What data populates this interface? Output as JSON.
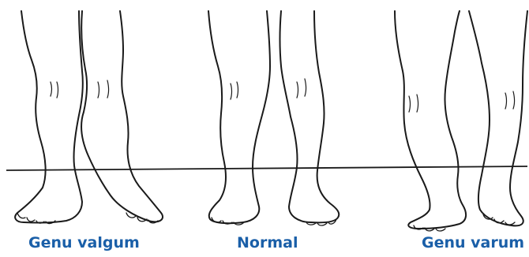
{
  "figure": {
    "captions": [
      {
        "id": "valgum",
        "text": "Genu valgum"
      },
      {
        "id": "normal",
        "text": "Normal"
      },
      {
        "id": "varum",
        "text": "Genu varum"
      }
    ],
    "caption_color": "#1a5fa8",
    "line_color": "#1a1a1a",
    "background": "#ffffff"
  }
}
